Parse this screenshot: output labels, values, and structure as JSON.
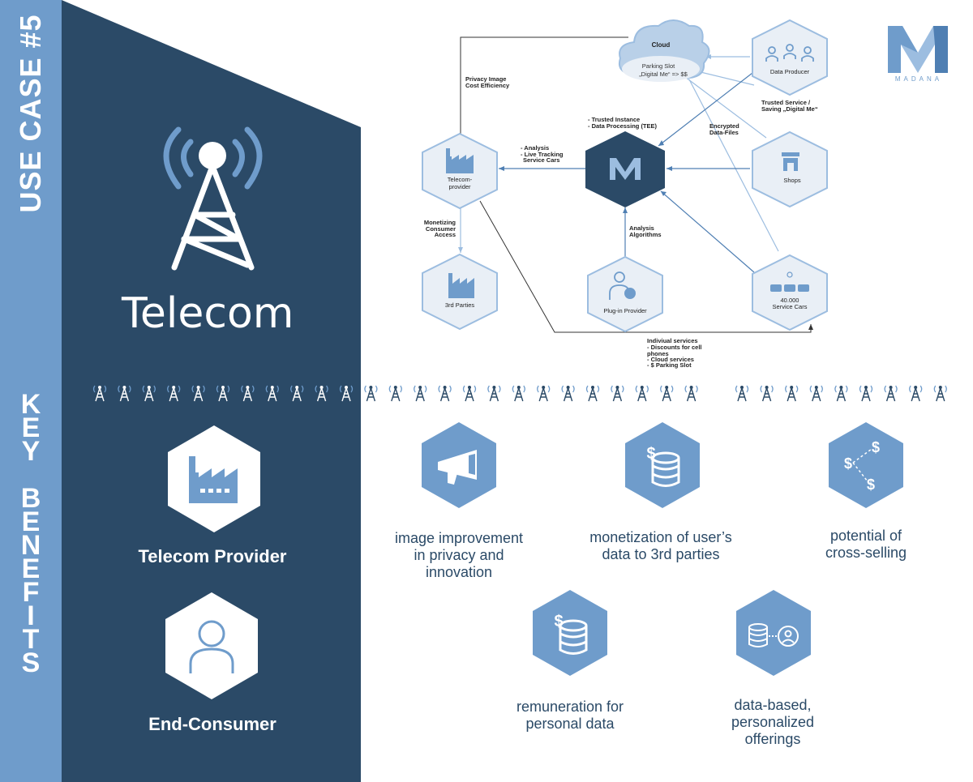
{
  "sidebar": {
    "use_case": "USE CASE #5",
    "key_benefits_letters": [
      "K",
      "E",
      "Y",
      "",
      "B",
      "E",
      "N",
      "E",
      "F",
      "I",
      "T",
      "S"
    ]
  },
  "hero": {
    "title": "Telecom"
  },
  "stakeholders": {
    "provider": "Telecom Provider",
    "consumer": "End-Consumer"
  },
  "brand": {
    "logo_text": "MADANA"
  },
  "diagram": {
    "cloud": {
      "title": "Cloud",
      "line1": "Parking Slot",
      "line2": "„Digital Me“ => $$"
    },
    "nodes": {
      "data_producer": "Data Producer",
      "telecom_line1": "Telecom-",
      "telecom_line2": "provider",
      "shops": "Shops",
      "third_parties": "3rd Parties",
      "plugin_provider": "Plug-in Provider",
      "service_cars_line1": "40.000",
      "service_cars_line2": "Service Cars"
    },
    "labels": {
      "privacy_image_1": "Privacy Image",
      "privacy_image_2": "Cost Efficiency",
      "trusted_service_1": "Trusted Service /",
      "trusted_service_2": "Saving „Digital Me“",
      "trusted_instance_1": "- Trusted Instance",
      "trusted_instance_2": "- Data Processing (TEE)",
      "encrypted_1": "Encrypted",
      "encrypted_2": "Data-Files",
      "analysis_1": "- Analysis",
      "analysis_2": "- Live Tracking",
      "analysis_3": "Service Cars",
      "monetizing_1": "Monetizing",
      "monetizing_2": "Consumer",
      "monetizing_3": "Access",
      "algorithms_1": "Analysis",
      "algorithms_2": "Algorithms",
      "individual_1": "Indiviual services",
      "individual_2": "- Discounts for cell",
      "individual_3": "phones",
      "individual_4": "- Cloud services",
      "individual_5": "- $ Parking Slot"
    }
  },
  "benefits": {
    "b1": [
      "image improvement",
      "in privacy and",
      "innovation"
    ],
    "b2": [
      "monetization of user’s",
      "data to 3rd parties"
    ],
    "b3": [
      "potential of",
      "cross-selling"
    ],
    "b4": [
      "remuneration for",
      "personal data"
    ],
    "b5": [
      "data-based,",
      "personalized",
      "offerings"
    ]
  },
  "colors": {
    "dark": "#2b4a67",
    "strip": "#6f9ccb",
    "hex": "#6f9ccb",
    "hex_light": "#e9eff6"
  },
  "icons": [
    "antenna-tower-icon",
    "factory-icon",
    "person-icon",
    "megaphone-icon",
    "database-dollar-icon",
    "dollar-network-icon",
    "database-user-icon",
    "store-icon",
    "cars-icon",
    "cloud-icon"
  ]
}
